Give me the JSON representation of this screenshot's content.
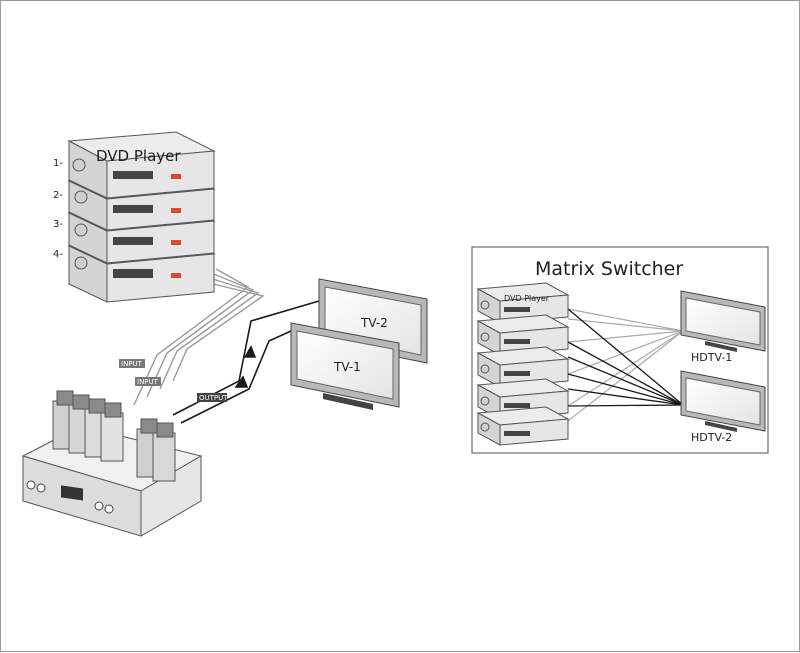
{
  "left_diagram": {
    "dvd_title": "DVD Player",
    "dvd_numbers": [
      "1-",
      "2-",
      "3-",
      "4-"
    ],
    "input_tags": [
      "INPUT",
      "INPUT"
    ],
    "output_tag": "OUTPUT",
    "tv_labels": [
      "TV-2",
      "TV-1"
    ]
  },
  "matrix_panel": {
    "title": "Matrix Switcher",
    "dvd_label": "DVD Player",
    "hdtv_labels": [
      "HDTV-1",
      "HDTV-2"
    ]
  }
}
